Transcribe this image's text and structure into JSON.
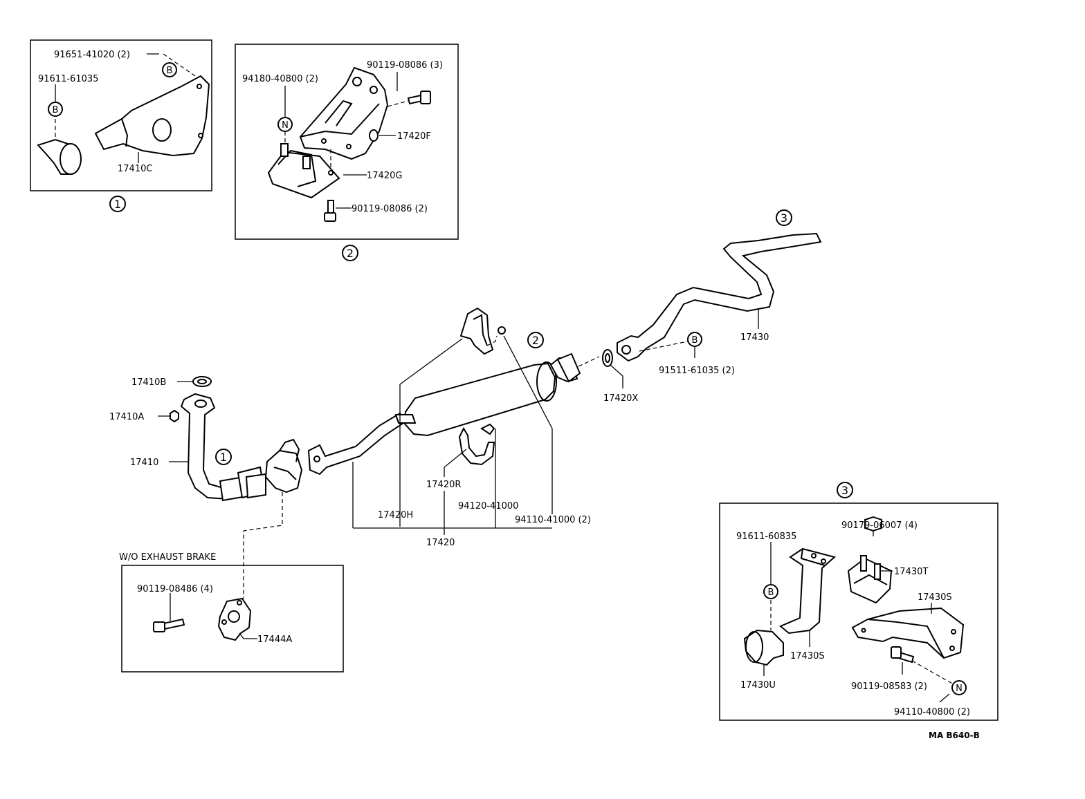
{
  "inset1": {
    "index": "1",
    "parts": {
      "p1": "91651-41020 (2)",
      "p2": "91611-61035",
      "p3": "17410C"
    },
    "marker": "B"
  },
  "inset2": {
    "index": "2",
    "parts": {
      "p1": "90119-08086 (3)",
      "p2": "94180-40800 (2)",
      "p3": "17420F",
      "p4": "17420G",
      "p5": "90119-08086 (2)"
    },
    "marker": "N"
  },
  "inset3": {
    "index": "3",
    "parts": {
      "p1": "90179-06007 (4)",
      "p2": "91611-60835",
      "p3": "17430T",
      "p4": "17430S",
      "p5": "17430S",
      "p6": "17430U",
      "p7": "90119-08583 (2)",
      "p8": "94110-40800 (2)"
    },
    "marker_b": "B",
    "marker_n": "N"
  },
  "inset_brake": {
    "title": "W/O EXHAUST BRAKE",
    "parts": {
      "p1": "90119-08486 (4)",
      "p2": "17444A"
    }
  },
  "main": {
    "callouts": {
      "c1": "1",
      "c2": "2",
      "c3": "3"
    },
    "parts": {
      "p17410B": "17410B",
      "p17410A": "17410A",
      "p17410": "17410",
      "p17420R": "17420R",
      "p17420H": "17420H",
      "p17420": "17420",
      "p94120": "94120-41000",
      "p94110": "94110-41000 (2)",
      "p17420X": "17420X",
      "p91511": "91511-61035 (2)",
      "p17430": "17430"
    },
    "marker": "B"
  },
  "diagram_code": "MA B640-B"
}
